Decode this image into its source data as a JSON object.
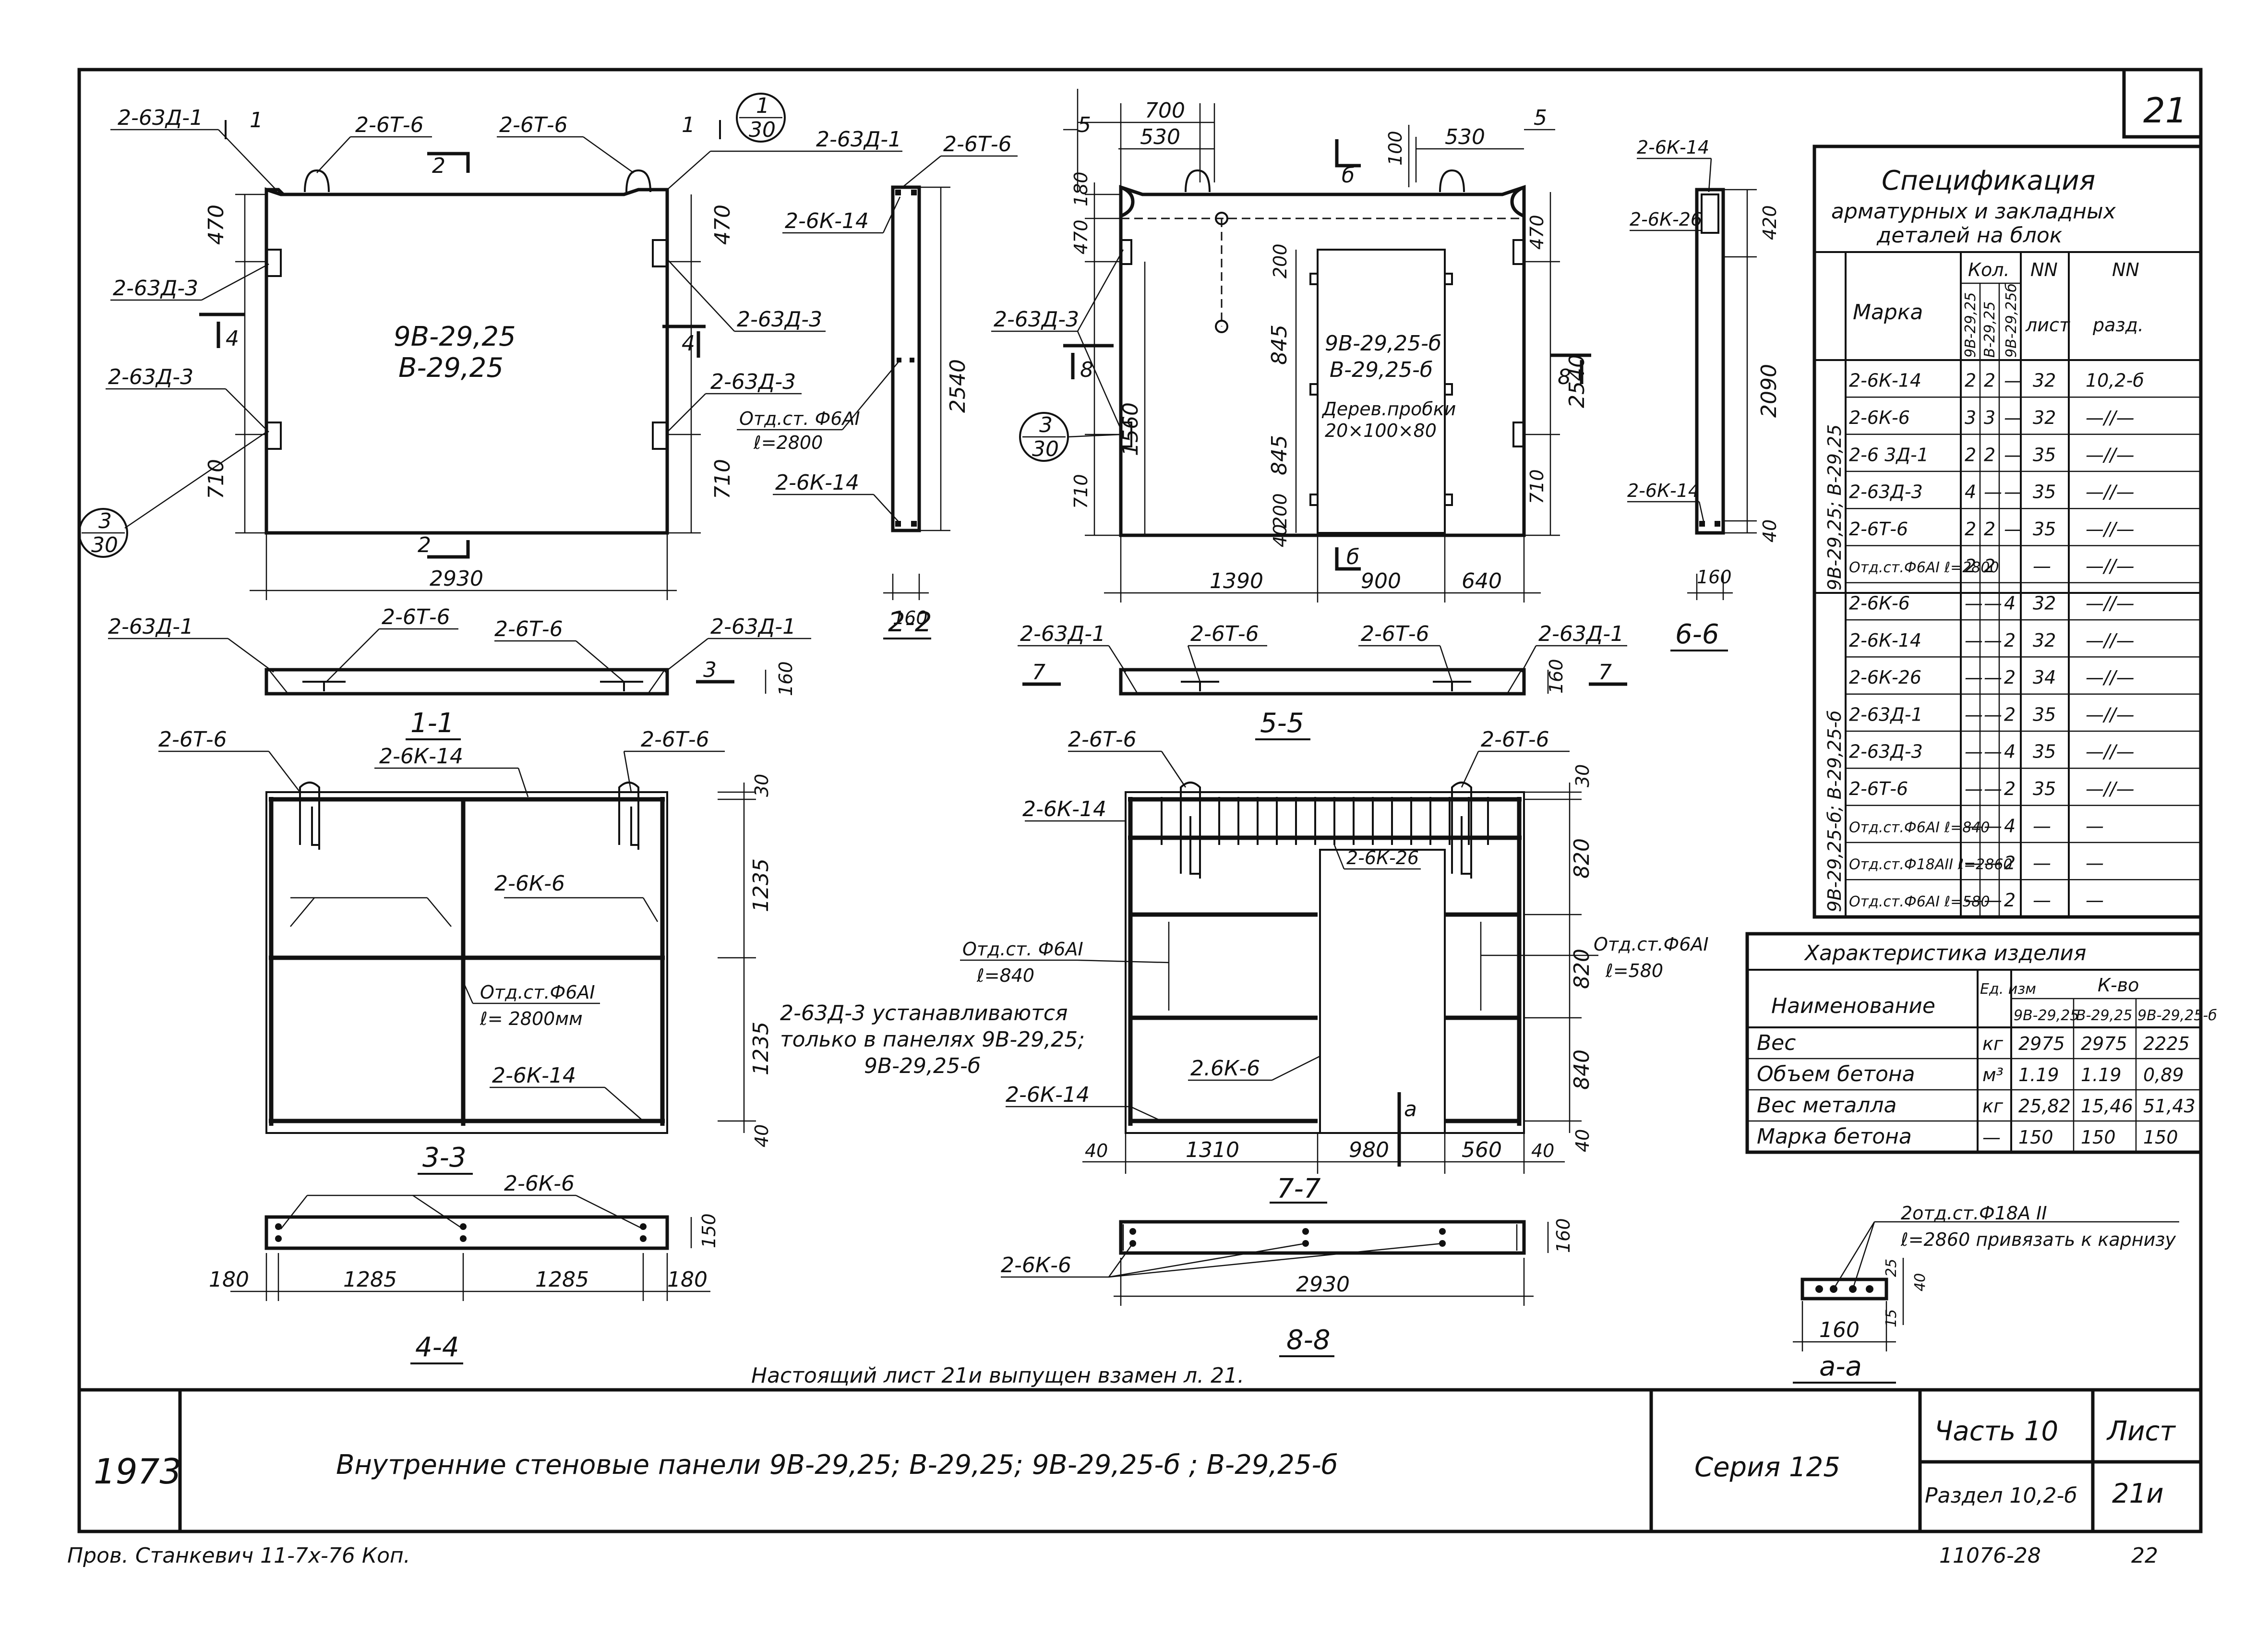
{
  "sheet": {
    "number_corner": "21",
    "year": "1973",
    "title": "Внутренние стеновые панели 9В-29,25; В-29,25; 9В-29,25-б ; В-29,25-б",
    "series": "Серия 125",
    "part": "Часть 10",
    "section": "Раздел 10,2-б",
    "sheet_label": "Лист",
    "sheet_no": "21и",
    "doc_no": "11076-28",
    "page_no": "22",
    "replacement_note": "Настоящий лист 21и выпущен взамен л. 21.",
    "signature_line": "Пров. Станкевич 11-7х-76 Коп."
  },
  "views": {
    "panel_solid": {
      "label": "9В-29,25\nВ-29,25",
      "label_line1": "9В-29,25",
      "label_line2": "В-29,25",
      "leaders": [
        "2-63Д-1",
        "2-6Т-6",
        "2-6Т-6",
        "2-63Д-1",
        "2-63Д-3",
        "2-63Д-3",
        "2-63Д-3",
        "2-63Д-3"
      ],
      "dims": [
        "470",
        "470",
        "710",
        "710",
        "2930"
      ],
      "section_marks": [
        "1",
        "1",
        "2",
        "2",
        "4",
        "4",
        "3"
      ],
      "callout": {
        "top": "1",
        "bottom": "30"
      },
      "callout2": {
        "top": "3",
        "bottom": "30"
      }
    },
    "section_2_2": {
      "title": "2-2",
      "leaders": [
        "2-6Т-6",
        "2-6К-14",
        "Отд.ст. Ф6АI",
        "ℓ=2800",
        "2-6К-14"
      ],
      "dims": [
        "2540",
        "160"
      ]
    },
    "panel_door": {
      "label_line1": "9В-29,25-б",
      "label_line2": "В-29,25-б",
      "plug_line1": "Дерев.пробки",
      "plug_line2": "20×100×80",
      "dims_top": [
        "700",
        "530",
        "530",
        "5",
        "5",
        "100"
      ],
      "dims_left": [
        "180",
        "470",
        "710",
        "1560",
        "40"
      ],
      "dims_door": [
        "200",
        "845",
        "845",
        "200"
      ],
      "dims_right": [
        "470",
        "2540",
        "710"
      ],
      "dims_bottom": [
        "1390",
        "900",
        "640"
      ],
      "leaders": [
        "2-63Д-3"
      ],
      "section_marks": [
        "б",
        "б",
        "8",
        "8"
      ],
      "callout": {
        "top": "3",
        "bottom": "30"
      }
    },
    "section_6_6": {
      "title": "6-6",
      "leaders": [
        "2-6К-14",
        "2-6К-26",
        "2-6К-14"
      ],
      "dims": [
        "420",
        "2090",
        "40",
        "160"
      ]
    },
    "section_3": {
      "leaders": [
        "2-63Д-1",
        "2-6Т-6",
        "2-6Т-6",
        "2-63Д-1"
      ],
      "mark": "3",
      "dim": "160"
    },
    "section_7": {
      "leaders": [
        "2-63Д-1",
        "2-6Т-6",
        "2-6Т-6",
        "2-63Д-1"
      ],
      "mark": "7",
      "dim": "160"
    },
    "section_1_1": {
      "title": "1-1",
      "leaders": [
        "2-6Т-6",
        "2-6К-14",
        "2-6Т-6",
        "2-6К-6",
        "Отд.ст.Ф6АI",
        "ℓ= 2800мм",
        "2-6К-14"
      ],
      "dims": [
        "30",
        "1235",
        "1235",
        "40"
      ],
      "sub_title": "3-3"
    },
    "section_5_5": {
      "title": "5-5",
      "leaders": [
        "2-6Т-6",
        "2-6Т-6",
        "2-6К-14",
        "2-6К-26",
        "2.6К-6",
        "2-6К-14"
      ],
      "dims": [
        "30",
        "820",
        "820",
        "840",
        "40",
        "40",
        "1310",
        "980",
        "560",
        "40"
      ],
      "left_note": [
        "Отд.ст. Ф6АI",
        "ℓ=840"
      ],
      "right_note": [
        "Отд.ст.Ф6АI",
        "ℓ=580"
      ],
      "mark_a": "а",
      "sub_title": "7-7"
    },
    "middle_note": [
      "2-63Д-3 устанавливаются",
      "только в панелях 9В-29,25;",
      "9В-29,25-б"
    ],
    "section_4_4": {
      "title": "4-4",
      "leader": "2-6К-6",
      "dims": [
        "180",
        "1285",
        "1285",
        "180",
        "150"
      ]
    },
    "section_8_8": {
      "title": "8-8",
      "leader": "2-6К-6",
      "dims": [
        "2930",
        "160"
      ]
    },
    "section_a_a": {
      "title": "а-а",
      "note1": "2отд.ст.Ф18А II",
      "note2": "ℓ=2860 привязать к карнизу",
      "dims": [
        "160",
        "25",
        "40",
        "15"
      ]
    }
  },
  "spec_table": {
    "title": [
      "Спецификация",
      "арматурных и закладных",
      "деталей на блок"
    ],
    "col_mark": "Марка",
    "col_qty": "Кол.",
    "col_sheet": "NN",
    "col_sheet2": "лист",
    "col_sect": "NN",
    "col_sect2": "разд.",
    "qty_sub": [
      "9В-29,25",
      "В-29,25",
      "9В-29,25б"
    ],
    "group1": "9В-29,25; В-29,25",
    "group2": "9В-29,25-б; В-29,25-б",
    "rows": [
      {
        "mark": "2-6К-14",
        "q1": "2",
        "q2": "2",
        "q3": "—",
        "sheet": "32",
        "sect": "10,2-б"
      },
      {
        "mark": "2-6К-6",
        "q1": "3",
        "q2": "3",
        "q3": "—",
        "sheet": "32",
        "sect": "—//—"
      },
      {
        "mark": "2-6 3Д-1",
        "q1": "2",
        "q2": "2",
        "q3": "—",
        "sheet": "35",
        "sect": "—//—"
      },
      {
        "mark": "2-63Д-3",
        "q1": "4",
        "q2": "—",
        "q3": "—",
        "sheet": "35",
        "sect": "—//—"
      },
      {
        "mark": "2-6Т-6",
        "q1": "2",
        "q2": "2",
        "q3": "—",
        "sheet": "35",
        "sect": "—//—"
      },
      {
        "mark": "Отд.ст.Ф6АI ℓ=2800",
        "q1": "2",
        "q2": "2",
        "q3": "",
        "sheet": "—",
        "sect": "—//—"
      },
      {
        "mark": "2-6К-6",
        "q1": "—",
        "q2": "—",
        "q3": "4",
        "sheet": "32",
        "sect": "—//—"
      },
      {
        "mark": "2-6К-14",
        "q1": "—",
        "q2": "—",
        "q3": "2",
        "sheet": "32",
        "sect": "—//—"
      },
      {
        "mark": "2-6К-26",
        "q1": "—",
        "q2": "—",
        "q3": "2",
        "sheet": "34",
        "sect": "—//—"
      },
      {
        "mark": "2-63Д-1",
        "q1": "—",
        "q2": "—",
        "q3": "2",
        "sheet": "35",
        "sect": "—//—"
      },
      {
        "mark": "2-63Д-3",
        "q1": "—",
        "q2": "—",
        "q3": "4",
        "sheet": "35",
        "sect": "—//—"
      },
      {
        "mark": "2-6Т-6",
        "q1": "—",
        "q2": "—",
        "q3": "2",
        "sheet": "35",
        "sect": "—//—"
      },
      {
        "mark": "Отд.ст.Ф6АI ℓ=840",
        "q1": "—",
        "q2": "—",
        "q3": "4",
        "sheet": "—",
        "sect": "—"
      },
      {
        "mark": "Отд.ст.Ф18АII ℓ=2860",
        "q1": "—",
        "q2": "—",
        "q3": "2",
        "sheet": "—",
        "sect": "—"
      },
      {
        "mark": "Отд.ст.Ф6АI ℓ=580",
        "q1": "—",
        "q2": "—",
        "q3": "2",
        "sheet": "—",
        "sect": "—"
      }
    ]
  },
  "char_table": {
    "title": "Характеристика изделия",
    "col_name": "Наименование",
    "col_unit": "Ед. изм",
    "col_qty": "К-во",
    "cols": [
      "9В-29,25",
      "В-29,25",
      "9В-29,25-б"
    ],
    "rows": [
      {
        "name": "Вес",
        "unit": "кг",
        "v1": "2975",
        "v2": "2975",
        "v3": "2225"
      },
      {
        "name": "Объем бетона",
        "unit": "м³",
        "v1": "1.19",
        "v2": "1.19",
        "v3": "0,89"
      },
      {
        "name": "Вес металла",
        "unit": "кг",
        "v1": "25,82",
        "v2": "15,46",
        "v3": "51,43"
      },
      {
        "name": "Марка бетона",
        "unit": "—",
        "v1": "150",
        "v2": "150",
        "v3": "150"
      }
    ]
  }
}
